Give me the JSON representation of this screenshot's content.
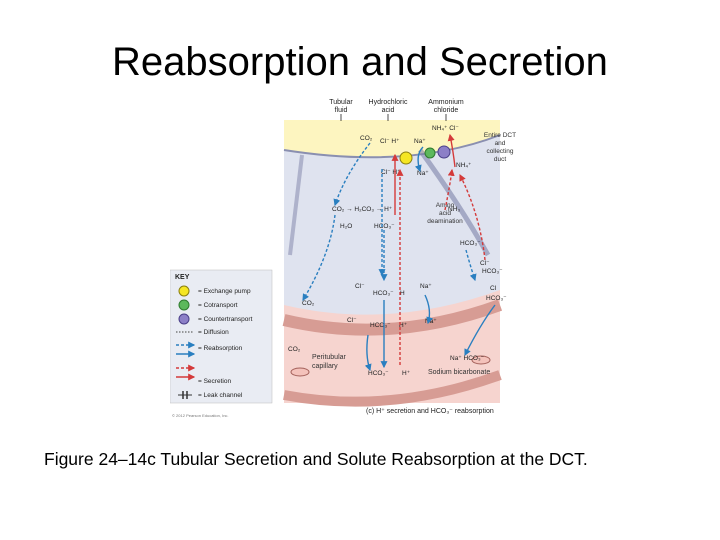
{
  "slide": {
    "title": "Reabsorption and Secretion",
    "caption": "Figure 24–14c Tubular Secretion and Solute Reabsorption at the DCT."
  },
  "figure": {
    "header": {
      "tubular_fluid": [
        "Tubular",
        "fluid"
      ],
      "hydrochloric_acid": [
        "Hydrochloric",
        "acid"
      ],
      "ammonium_chloride": [
        "Ammonium",
        "chloride"
      ]
    },
    "region_label": [
      "Entire DCT",
      "and",
      "collecting",
      "duct"
    ],
    "amino_acid_deamination": [
      "Amino",
      "acid",
      "deamination"
    ],
    "capillary_label": [
      "Peritubular",
      "capillary"
    ],
    "sodium_bicarbonate": "Sodium bicarbonate",
    "panel_caption": "(c) H⁺ secretion and HCO₃⁻ reabsorption",
    "copyright": "© 2012 Pearson Education, Inc.",
    "labels": {
      "co2": "CO₂",
      "cl_minus": "Cl⁻",
      "h_plus": "H⁺",
      "na_plus": "Na⁺",
      "nh4_plus": "NH₄⁺",
      "nh4_cl": "NH₄⁺ Cl⁻",
      "cl_h": "Cl⁻ H⁺",
      "h2co3_eq": "CO₂ → H₂CO₃ → H⁺",
      "h2o": "H₂O",
      "hco3": "HCO₃⁻",
      "nh3": "NH₃",
      "h_only": "H",
      "cl_plain": "Cl",
      "na_hco3": "Na⁺ HCO₃⁻"
    },
    "key": {
      "title": "KEY",
      "items": [
        {
          "label": "= Exchange pump",
          "symbol": "circle",
          "color": "#f5e623"
        },
        {
          "label": "= Cotransport",
          "symbol": "circle",
          "color": "#5cb85c"
        },
        {
          "label": "= Countertransport",
          "symbol": "circle",
          "color": "#8c7fc7"
        },
        {
          "label": "= Diffusion",
          "symbol": "dotted",
          "color": "#666666"
        },
        {
          "label": "= Reabsorption",
          "symbol": "arrow-dashed",
          "color": "#2a7fc0"
        },
        {
          "label": "",
          "symbol": "arrow-solid",
          "color": "#2a7fc0"
        },
        {
          "label": "= Secretion",
          "symbol": "arrow-dashed",
          "color": "#d43a3a"
        },
        {
          "label": "",
          "symbol": "arrow-solid",
          "color": "#d43a3a"
        },
        {
          "label": "= Leak channel",
          "symbol": "leak",
          "color": "#333333"
        }
      ]
    }
  }
}
